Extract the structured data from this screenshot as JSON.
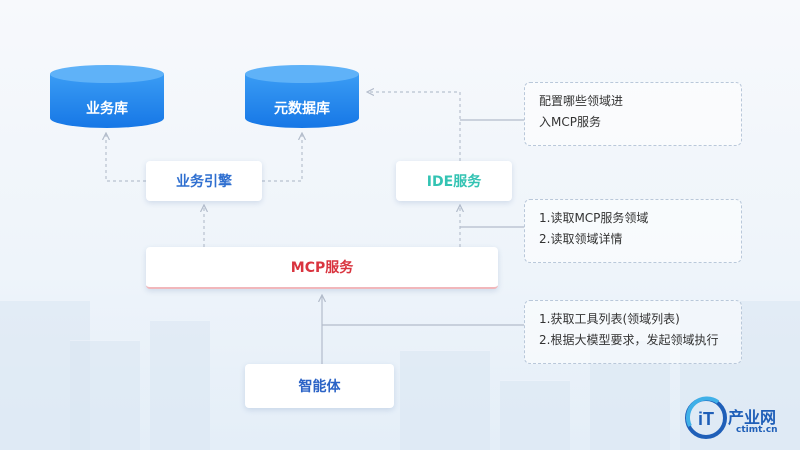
{
  "nodes": {
    "business_db": "业务库",
    "metadata_db": "元数据库",
    "business_engine": "业务引擎",
    "ide_service": "IDE服务",
    "mcp_service": "MCP服务",
    "agent": "智能体"
  },
  "notes": {
    "ide_config": [
      "配置哪些领域进",
      "入MCP服务"
    ],
    "read_mcp": [
      "1.读取MCP服务领域",
      "2.读取领域详情"
    ],
    "agent_tools": [
      "1.获取工具列表(领域列表)",
      "2.根据大模型要求，发起领域执行"
    ]
  },
  "watermark": {
    "text": "产业网",
    "sub": "ctimt.cn",
    "icon_text": "iT"
  },
  "colors": {
    "db_blue": "#1e88ee",
    "engine_text": "#2f6fd0",
    "ide_text": "#33c3b3",
    "mcp_text": "#d9343f",
    "agent_text": "#2b63c6"
  }
}
